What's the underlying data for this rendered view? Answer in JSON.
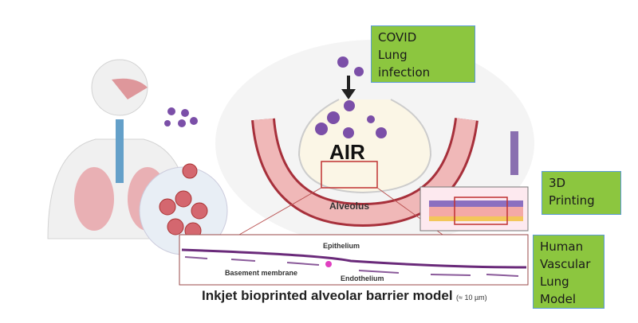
{
  "callouts": {
    "covid": [
      "COVID",
      "Lung",
      "infection"
    ],
    "printing": [
      "3D",
      "Printing"
    ],
    "vascular": [
      "Human",
      "Vascular",
      "Lung",
      "Model"
    ]
  },
  "diagram": {
    "air": "AIR",
    "alveolus": "Alveolus",
    "epithelium": "Epithelium",
    "basement": "Basement membrane",
    "endothelium": "Endothelium",
    "caption": "Inkjet bioprinted alveolar barrier model",
    "scale": "(≈ 10 µm)"
  },
  "colors": {
    "callout_fill": "#8cc63f",
    "callout_border": "#5b9bd5",
    "virus": "#7b4fa8",
    "tissue": "#c4505a"
  }
}
